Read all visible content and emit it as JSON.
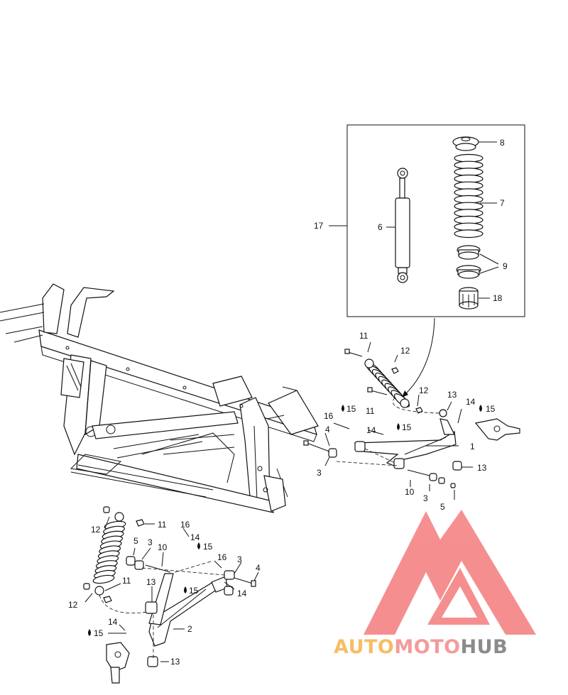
{
  "callouts": {
    "c1": "1",
    "c2": "2",
    "c3a": "3",
    "c3b": "3",
    "c3c": "3",
    "c3d": "3",
    "c4a": "4",
    "c4b": "4",
    "c5a": "5",
    "c5b": "5",
    "c6": "6",
    "c7": "7",
    "c8": "8",
    "c9": "9",
    "c10a": "10",
    "c10b": "10",
    "c11a": "11",
    "c11b": "11",
    "c11c": "11",
    "c11d": "11",
    "c12a": "12",
    "c12b": "12",
    "c12c": "12",
    "c12d": "12",
    "c13a": "13",
    "c13b": "13",
    "c13c": "13",
    "c13d": "13",
    "c14a": "14",
    "c14b": "14",
    "c14c": "14",
    "c14d": "14",
    "c14e": "14",
    "c15a": "15",
    "c15b": "15",
    "c15c": "15",
    "c15d": "15",
    "c15e": "15",
    "c15f": "15",
    "c16a": "16",
    "c16b": "16",
    "c16c": "16",
    "c17": "17",
    "c18": "18"
  },
  "watermark": {
    "part1": "AUTO",
    "part2": "MOTO",
    "part3": "HUB",
    "color_auto": "#f6b24a",
    "color_moto": "#f28a8a",
    "color_hub": "#777777",
    "triangle_color": "#f47c7c"
  }
}
